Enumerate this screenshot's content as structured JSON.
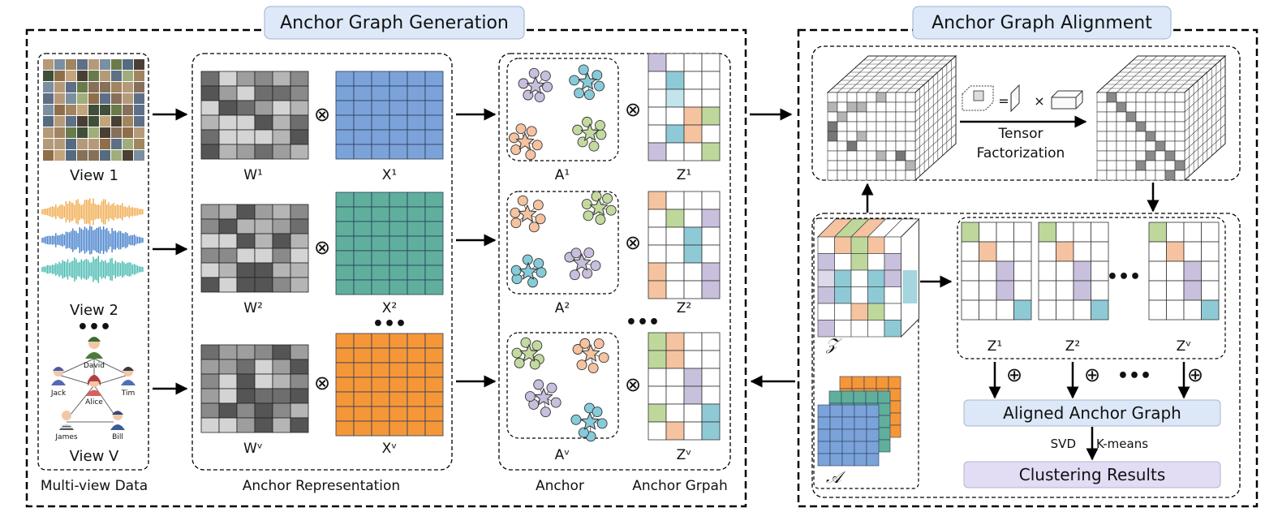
{
  "titles": {
    "generation": "Anchor Graph Generation",
    "alignment": "Anchor Graph Alignment"
  },
  "views": {
    "v1": "View 1",
    "v2": "View 2",
    "vv": "View V"
  },
  "people": {
    "david": "David",
    "jack": "Jack",
    "tim": "Tim",
    "alice": "Alice",
    "james": "James",
    "bill": "Bill"
  },
  "sections": {
    "multiview": "Multi-view Data",
    "anchor_rep": "Anchor Representation",
    "anchor": "Anchor",
    "anchor_graph": "Anchor Grpah"
  },
  "labels": {
    "w1": "W¹",
    "x1": "X¹",
    "a1": "A¹",
    "z1": "Z¹",
    "w2": "W²",
    "x2": "X²",
    "a2": "A²",
    "z2": "Z²",
    "wv": "Wᵛ",
    "xv": "Xᵛ",
    "av": "Aᵛ",
    "zv": "Zᵛ",
    "zb1": "Z¹",
    "zb2": "Z²",
    "zbv": "Zᵛ",
    "tensor_z": "𝒵",
    "tensor_a": "𝒜"
  },
  "symbols": {
    "otimes": "⊗",
    "oplus": "⊕",
    "dots": "•••",
    "times": "×",
    "equals": "="
  },
  "tensor_fact": {
    "line1": "Tensor",
    "line2": "Factorization"
  },
  "results": {
    "aligned": "Aligned Anchor Graph",
    "svd": "SVD",
    "kmeans": "K-means",
    "clustering": "Clustering Results"
  },
  "colors": {
    "blue_matrix": "#7BA3D9",
    "green_matrix": "#5FAF9C",
    "orange_matrix": "#F59738",
    "title_bg": "#DDE9F8",
    "aligned_bg": "#DCE8F7",
    "clustering_bg": "#E3DCF5",
    "cell_purple": "#C8C0DC",
    "cell_blue": "#8ECAD6",
    "cell_green": "#BED89C",
    "cell_orange": "#F5C3A0"
  }
}
